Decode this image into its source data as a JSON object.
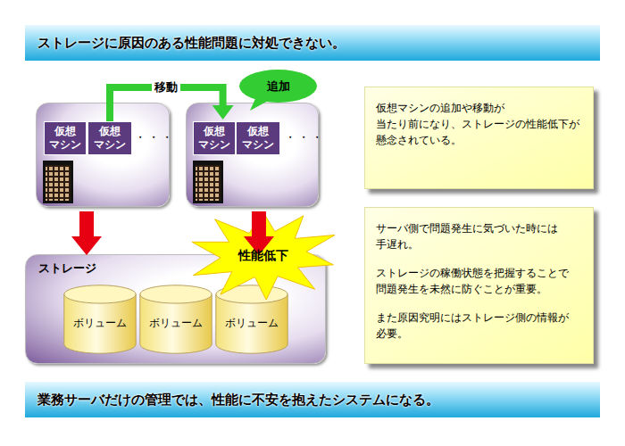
{
  "diagram": {
    "title": "ストレージに原因のある性能問題に対処できない。",
    "caption": "業務サーバだけの管理では、性能に不安を抱えたシステムになる。",
    "nodes": [
      {
        "text": [
          "・・・"
        ]
      },
      {
        "text": [
          "仮想 マシン"
        ],
        "in": 0
      },
      {
        "text": [
          "仮想 マシン"
        ],
        "in": 0
      },
      {
        "text": [
          "・・・"
        ]
      },
      {
        "text": [
          "仮想 マシン"
        ],
        "in": 3
      },
      {
        "text": [
          "仮想 マシン"
        ],
        "in": 3
      },
      {
        "text": [
          "追加"
        ]
      },
      {
        "text": [
          "ストレージ"
        ]
      },
      {
        "text": [
          "ボリューム"
        ],
        "in": 7
      },
      {
        "text": [
          "ボリューム"
        ],
        "in": 7
      },
      {
        "text": [
          "ボリューム"
        ],
        "in": 7
      },
      {
        "text": [
          "性能低下"
        ]
      },
      {
        "text": [
          "仮想マシンの追加や移動が 当たり前になり、ストレージの性能低下が 懸念されている。"
        ]
      },
      {
        "text": [
          "サーバ側で問題発生に気づいた時には 手遅れ。",
          "ストレージの稼働状態を把握することで 問題発生を未然に防ぐことが重要。",
          "また原因究明にはストレージ側の情報が 必要。"
        ]
      }
    ],
    "edges": [
      {
        "from": 2,
        "to": 4,
        "arrow": "to",
        "label": "移動"
      },
      {
        "from": 0,
        "to": 7,
        "arrow": "to"
      },
      {
        "from": 3,
        "to": 7,
        "arrow": "to"
      }
    ]
  }
}
